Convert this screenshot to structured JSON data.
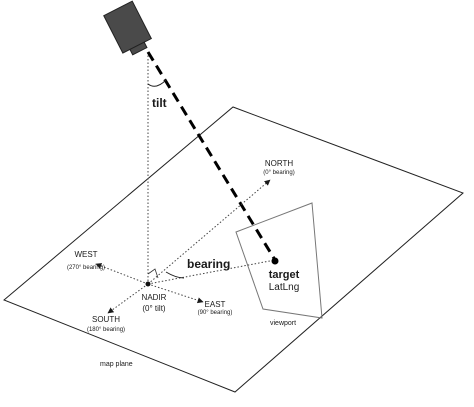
{
  "labels": {
    "north": "NORTH",
    "north_sub": "(0° bearing)",
    "west": "WEST",
    "west_sub": "(270° bearing)",
    "south": "SOUTH",
    "south_sub": "(180° bearing)",
    "east": "EAST",
    "east_sub": "(90° bearing)",
    "nadir": "NADIR",
    "nadir_sub": "(0° tilt)",
    "tilt": "tilt",
    "bearing": "bearing",
    "target": "target",
    "target_sub": "LatLng",
    "viewport": "viewport",
    "map_plane": "map plane"
  }
}
